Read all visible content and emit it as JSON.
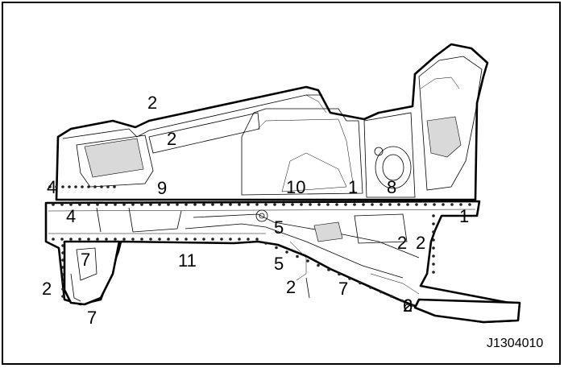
{
  "figure_id": "J1304010",
  "callouts": [
    "2",
    "2",
    "4",
    "9",
    "10",
    "1",
    "8",
    "4",
    "1",
    "5",
    "5",
    "2",
    "2",
    "7",
    "11",
    "2",
    "7",
    "2",
    "7",
    "2",
    "6"
  ]
}
